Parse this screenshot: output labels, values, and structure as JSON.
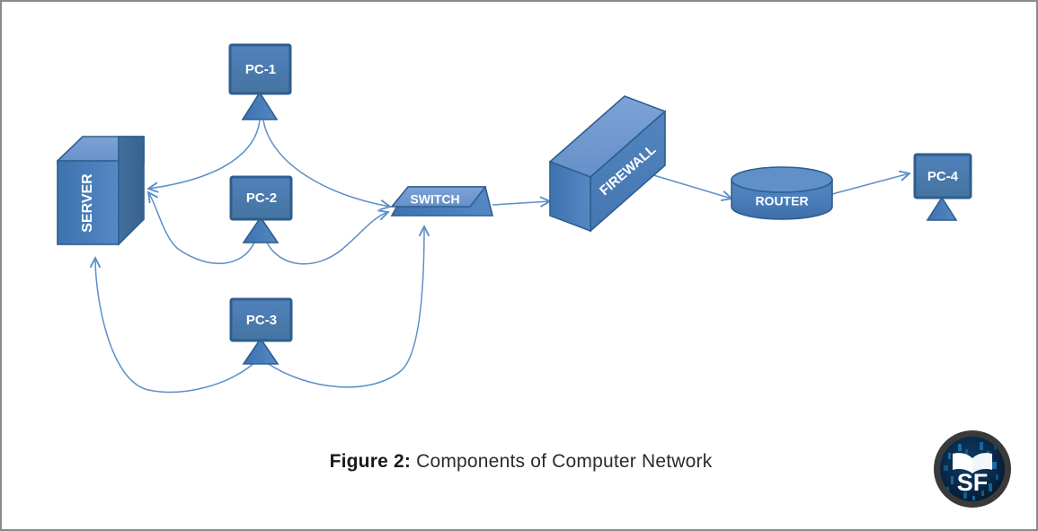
{
  "figure": {
    "caption_prefix": "Figure 2:",
    "caption_text": "Components of Computer Network",
    "border_color": "#8a8a8a",
    "background": "#ffffff"
  },
  "palette": {
    "front_face": "#4a7ebb",
    "top_face": "#7197ce",
    "side_face": "#3a6698",
    "light_face": "#6e9ad3",
    "border": "#2e5e8e",
    "connector": "#5b8fc9",
    "label_text": "#ffffff"
  },
  "nodes": [
    {
      "id": "server",
      "label": "SERVER",
      "shape": "cube-3d",
      "orientation": "vertical-text"
    },
    {
      "id": "pc1",
      "label": "PC-1",
      "shape": "monitor"
    },
    {
      "id": "pc2",
      "label": "PC-2",
      "shape": "monitor"
    },
    {
      "id": "pc3",
      "label": "PC-3",
      "shape": "monitor"
    },
    {
      "id": "pc4",
      "label": "PC-4",
      "shape": "monitor"
    },
    {
      "id": "switch",
      "label": "SWITCH",
      "shape": "slab-3d"
    },
    {
      "id": "firewall",
      "label": "FIREWALL",
      "shape": "wall-3d",
      "orientation": "rotated-text"
    },
    {
      "id": "router",
      "label": "ROUTER",
      "shape": "cylinder"
    }
  ],
  "connections": [
    {
      "from": "pc1",
      "to": "server",
      "style": "curved-arrow"
    },
    {
      "from": "pc1",
      "to": "switch",
      "style": "curved-arrow"
    },
    {
      "from": "pc2",
      "to": "server",
      "style": "curved-arrow"
    },
    {
      "from": "pc2",
      "to": "switch",
      "style": "curved-arrow"
    },
    {
      "from": "pc3",
      "to": "server",
      "style": "curved-arrow"
    },
    {
      "from": "pc3",
      "to": "switch",
      "style": "curved-arrow"
    },
    {
      "from": "switch",
      "to": "firewall",
      "style": "straight-arrow"
    },
    {
      "from": "firewall",
      "to": "router",
      "style": "straight-arrow"
    },
    {
      "from": "router",
      "to": "pc4",
      "style": "straight-arrow"
    }
  ],
  "logo": {
    "name": "sf-logo",
    "initials": "SF",
    "description": "circular badge with open book",
    "ring_color": "#3b3b3b",
    "disc_color": "#07243f",
    "mark_color": "#ffffff"
  }
}
